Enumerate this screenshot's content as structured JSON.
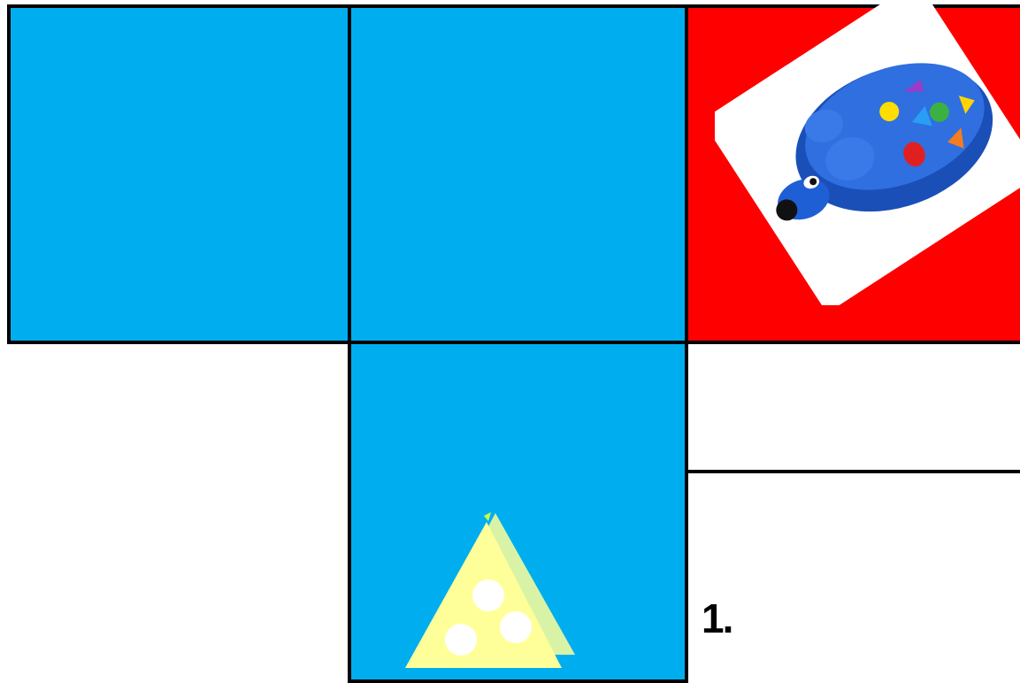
{
  "board": {
    "tiles": [
      {
        "id": "top-left",
        "color": "#00aeef"
      },
      {
        "id": "top-middle",
        "color": "#00aeef"
      },
      {
        "id": "top-right",
        "color": "#ff0000"
      },
      {
        "id": "bottom-middle",
        "color": "#00aeef"
      }
    ],
    "border_color": "#000000"
  },
  "pieces": {
    "robot_mouse": {
      "icon": "robot-mouse-icon",
      "body_color": "#1f5fd6",
      "tile": "top-right"
    },
    "cheese": {
      "icon": "cheese-icon",
      "color": "#ffff99",
      "tile": "bottom-middle"
    }
  },
  "labels": {
    "step_number": "1."
  }
}
